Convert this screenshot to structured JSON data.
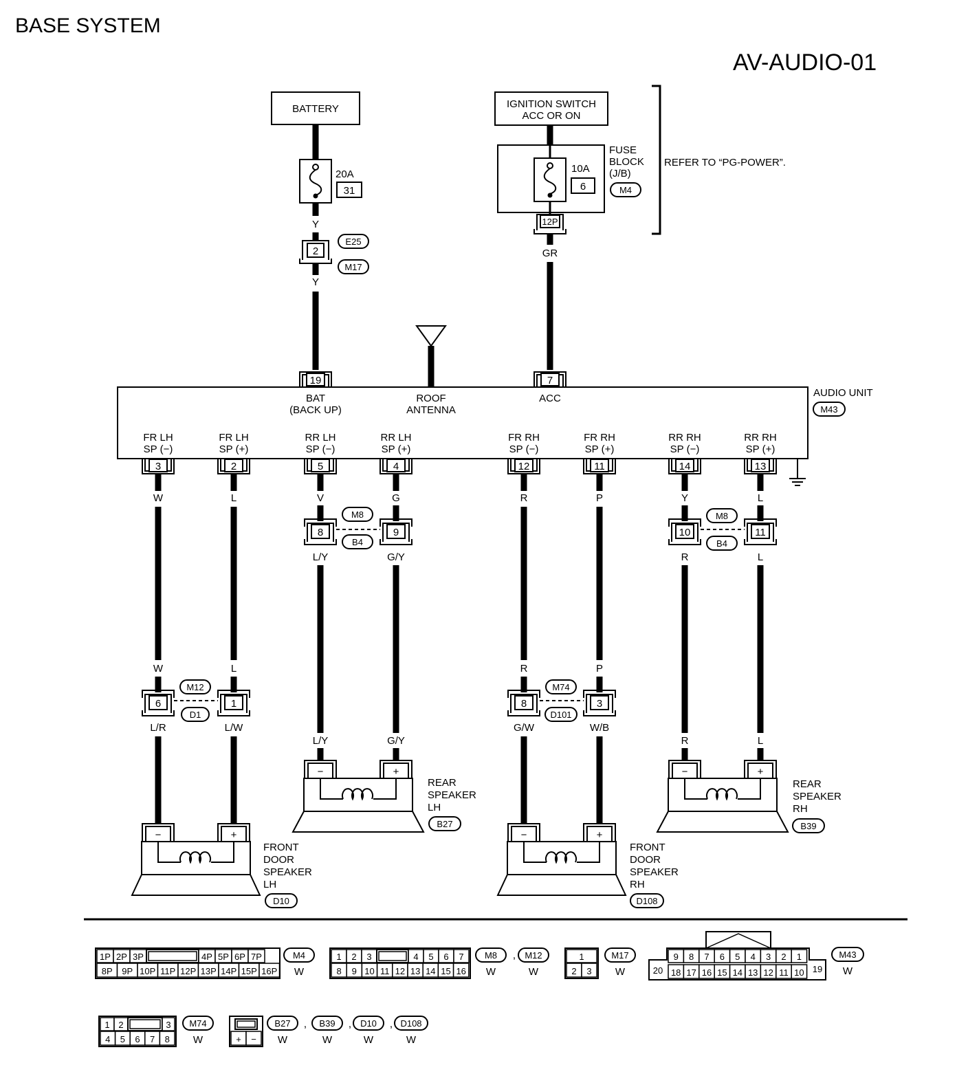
{
  "header": {
    "section": "BASE SYSTEM",
    "doc_id": "AV-AUDIO-01"
  },
  "power": {
    "battery": "BATTERY",
    "fuse_20a": "20A",
    "fuse_20a_no": "31",
    "wire_y": "Y",
    "conn_2": "2",
    "e25": "E25",
    "m17": "M17",
    "ign_line1": "IGNITION SWITCH",
    "ign_line2": "ACC OR ON",
    "fuse_10a": "10A",
    "fuse_10a_no": "6",
    "fuse_block_1": "FUSE",
    "fuse_block_2": "BLOCK",
    "fuse_block_3": "(J/B)",
    "m4": "M4",
    "pin_12p": "12P",
    "wire_gr": "GR",
    "refer": "REFER TO “PG-POWER”."
  },
  "audio_unit": {
    "name": "AUDIO UNIT",
    "conn": "M43",
    "pin19": "19",
    "pin7": "7",
    "bat_1": "BAT",
    "bat_2": "(BACK UP)",
    "roof_1": "ROOF",
    "roof_2": "ANTENNA",
    "acc": "ACC",
    "pins": [
      {
        "l1": "FR LH",
        "l2": "SP (−)",
        "pin": "3",
        "wire": "W"
      },
      {
        "l1": "FR LH",
        "l2": "SP (+)",
        "pin": "2",
        "wire": "L"
      },
      {
        "l1": "RR LH",
        "l2": "SP (−)",
        "pin": "5",
        "wire": "V"
      },
      {
        "l1": "RR LH",
        "l2": "SP (+)",
        "pin": "4",
        "wire": "G"
      },
      {
        "l1": "FR RH",
        "l2": "SP (−)",
        "pin": "12",
        "wire": "R"
      },
      {
        "l1": "FR RH",
        "l2": "SP (+)",
        "pin": "11",
        "wire": "P"
      },
      {
        "l1": "RR RH",
        "l2": "SP (−)",
        "pin": "14",
        "wire": "Y"
      },
      {
        "l1": "RR RH",
        "l2": "SP (+)",
        "pin": "13",
        "wire": "L"
      }
    ]
  },
  "joints": {
    "rr_lh": {
      "p1": "8",
      "p2": "9",
      "top": "M8",
      "bot": "B4",
      "w1": "L/Y",
      "w2": "G/Y"
    },
    "rr_rh": {
      "p1": "10",
      "p2": "11",
      "top": "M8",
      "bot": "B4",
      "w1": "R",
      "w2": "L"
    },
    "fr_lh": {
      "p1": "6",
      "p2": "1",
      "top": "M12",
      "bot": "D1",
      "in1": "W",
      "in2": "L",
      "w1": "L/R",
      "w2": "L/W"
    },
    "fr_rh": {
      "p1": "8",
      "p2": "3",
      "top": "M74",
      "bot": "D101",
      "in1": "R",
      "in2": "P",
      "w1": "G/W",
      "w2": "W/B"
    }
  },
  "speakers": {
    "rear_lh": {
      "l1": "REAR",
      "l2": "SPEAKER",
      "l3": "LH",
      "conn": "B27",
      "w1": "L/Y",
      "w2": "G/Y"
    },
    "rear_rh": {
      "l1": "REAR",
      "l2": "SPEAKER",
      "l3": "RH",
      "conn": "B39",
      "w1": "R",
      "w2": "L"
    },
    "front_lh": {
      "l1": "FRONT",
      "l2": "DOOR",
      "l3": "SPEAKER",
      "l4": "LH",
      "conn": "D10"
    },
    "front_rh": {
      "l1": "FRONT",
      "l2": "DOOR",
      "l3": "SPEAKER",
      "l4": "RH",
      "conn": "D108"
    },
    "minus": "−",
    "plus": "+"
  },
  "connectors": {
    "m4": {
      "top": [
        "1P",
        "2P",
        "3P",
        "4P",
        "5P",
        "6P",
        "7P"
      ],
      "bot": [
        "8P",
        "9P",
        "10P",
        "11P",
        "12P",
        "13P",
        "14P",
        "15P",
        "16P"
      ],
      "id": "M4",
      "color": "W"
    },
    "m8": {
      "top": [
        "1",
        "2",
        "3",
        "4",
        "5",
        "6",
        "7"
      ],
      "bot": [
        "8",
        "9",
        "10",
        "11",
        "12",
        "13",
        "14",
        "15",
        "16"
      ],
      "id": "M8",
      "id2": "M12",
      "color": "W",
      "sep": ","
    },
    "m17": {
      "top": [
        "1"
      ],
      "bot": [
        "2",
        "3"
      ],
      "id": "M17",
      "color": "W"
    },
    "m43": {
      "top": [
        "9",
        "8",
        "7",
        "6",
        "5",
        "4",
        "3",
        "2",
        "1"
      ],
      "bot": [
        "18",
        "17",
        "16",
        "15",
        "14",
        "13",
        "12",
        "11",
        "10"
      ],
      "left": "20",
      "right": "19",
      "id": "M43",
      "color": "W"
    },
    "m74": {
      "top": [
        "1",
        "2",
        "3"
      ],
      "bot": [
        "4",
        "5",
        "6",
        "7",
        "8"
      ],
      "id": "M74",
      "color": "W"
    },
    "spk": {
      "bot": [
        "+",
        "−"
      ],
      "ids": [
        "B27",
        "B39",
        "D10",
        "D108"
      ],
      "color": "W",
      "sep": ","
    }
  }
}
